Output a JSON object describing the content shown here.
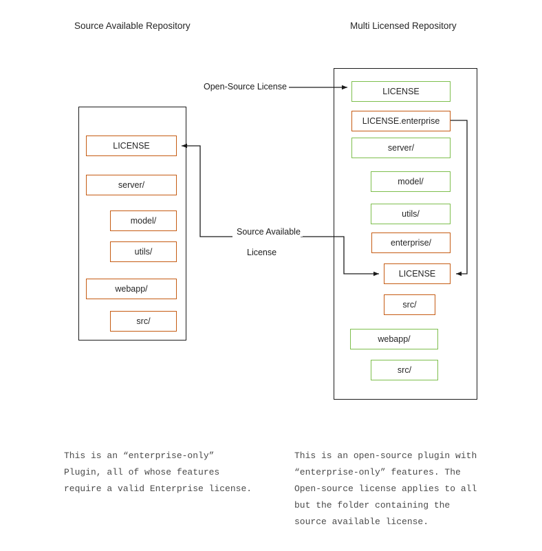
{
  "colors": {
    "source_available": "#C55A11",
    "open_source": "#7DBE4C",
    "outline": "#1a1a1a",
    "text": "#262626"
  },
  "columns": {
    "left_title": "Source Available Repository",
    "right_title": "Multi Licensed Repository"
  },
  "left_repo": {
    "nodes": [
      {
        "label": "LICENSE",
        "color": "source-available"
      },
      {
        "label": "server/",
        "color": "source-available"
      },
      {
        "label": "model/",
        "color": "source-available"
      },
      {
        "label": "utils/",
        "color": "source-available"
      },
      {
        "label": "webapp/",
        "color": "source-available"
      },
      {
        "label": "src/",
        "color": "source-available"
      }
    ]
  },
  "right_repo": {
    "nodes": [
      {
        "label": "LICENSE",
        "color": "open-source"
      },
      {
        "label": "LICENSE.enterprise",
        "color": "source-available"
      },
      {
        "label": "server/",
        "color": "open-source"
      },
      {
        "label": "model/",
        "color": "open-source"
      },
      {
        "label": "utils/",
        "color": "open-source"
      },
      {
        "label": "enterprise/",
        "color": "source-available"
      },
      {
        "label": "LICENSE",
        "color": "source-available"
      },
      {
        "label": "src/",
        "color": "source-available"
      },
      {
        "label": "webapp/",
        "color": "open-source"
      },
      {
        "label": "src/",
        "color": "open-source"
      }
    ]
  },
  "connectors": {
    "open_source_label": "Open-Source License",
    "source_available_label_line1": "Source Available",
    "source_available_label_line2": "License"
  },
  "captions": {
    "left": "This is an “enterprise-only”\nPlugin, all of whose features\nrequire a valid Enterprise license.",
    "right": "This is an open-source plugin with\n“enterprise-only” features. The\nOpen-source license applies to all\nbut the folder containing the\nsource available license."
  }
}
